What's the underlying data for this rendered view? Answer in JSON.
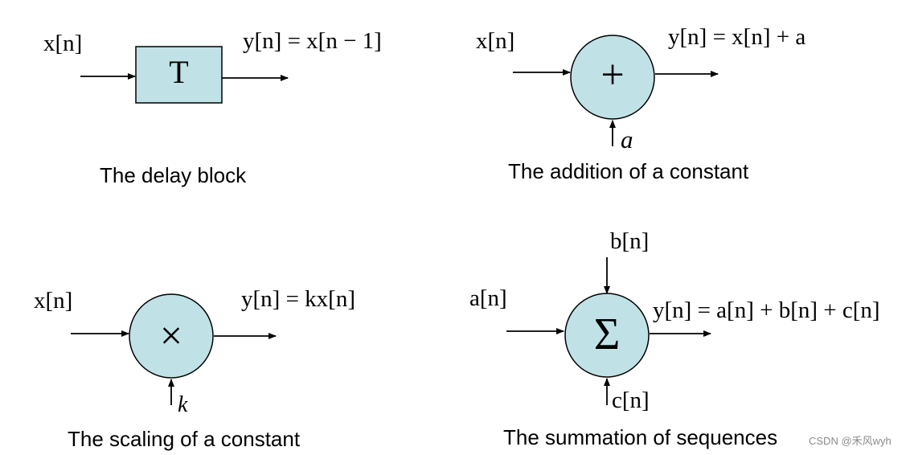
{
  "colors": {
    "block_fill": "#c0e2e6",
    "stroke": "#000000",
    "watermark": "#8a8a8a"
  },
  "delay": {
    "input": "x[n]",
    "block_symbol": "T",
    "output": "y[n] = x[n − 1]",
    "caption": "The delay block"
  },
  "addition": {
    "input": "x[n]",
    "operator": "+",
    "constant": "a",
    "output": "y[n] = x[n] + a",
    "caption": "The addition of a constant"
  },
  "scaling": {
    "input": "x[n]",
    "operator": "×",
    "constant": "k",
    "output": "y[n] = kx[n]",
    "caption": "The scaling of a constant"
  },
  "summation": {
    "input_left": "a[n]",
    "input_top": "b[n]",
    "input_bottom": "c[n]",
    "operator": "Σ",
    "output": "y[n] = a[n] + b[n] + c[n]",
    "caption": "The summation of sequences"
  },
  "watermark": "CSDN @禾风wyh"
}
